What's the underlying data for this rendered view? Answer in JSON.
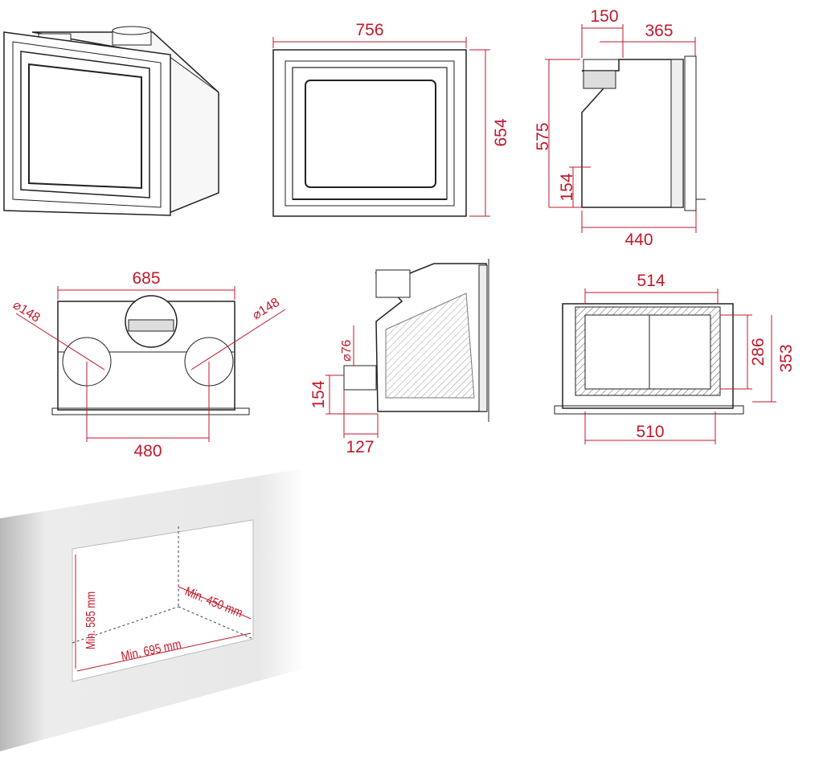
{
  "colors": {
    "dimension": "#c0192a",
    "outline": "#222222",
    "wall": "#d0d0d0"
  },
  "views": {
    "front": {
      "width": "756",
      "height": "654"
    },
    "side": {
      "offset": "150",
      "depth_top": "365",
      "height": "575",
      "inlet_height": "154",
      "base_depth": "440"
    },
    "top": {
      "width": "685",
      "duct_left": "⌀148",
      "duct_right": "⌀148",
      "duct_spacing": "480"
    },
    "section": {
      "inlet_diameter": "⌀76",
      "inlet_height": "154",
      "inlet_offset": "127"
    },
    "rear": {
      "top_width": "514",
      "bottom_width": "510",
      "inner_height": "286",
      "outer_height": "353"
    }
  },
  "niche": {
    "min_height": "Min. 585 mm",
    "min_depth": "Min. 450 mm",
    "min_width": "Min. 695 mm"
  }
}
